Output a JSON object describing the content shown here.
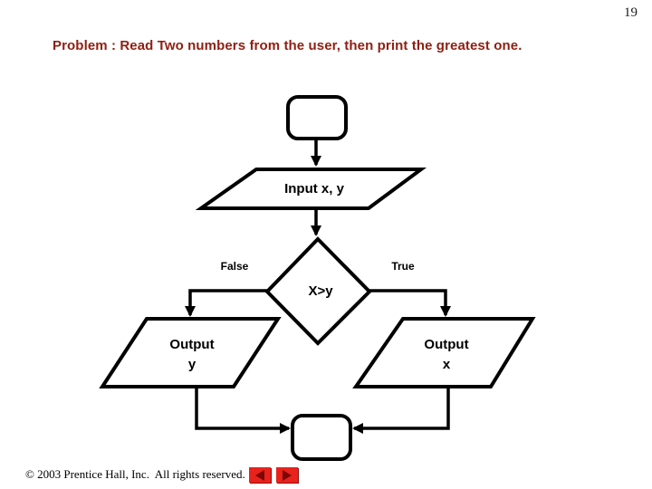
{
  "page_number": "19",
  "title": "Problem : Read Two numbers from the user, then print the greatest one.",
  "flowchart": {
    "start_node": "start-terminator",
    "input_label": "Input x, y",
    "decision_label": "X>y",
    "branch_false": "False",
    "branch_true": "True",
    "output_left_line1": "Output",
    "output_left_line2": "y",
    "output_right_line1": "Output",
    "output_right_line2": "x",
    "end_node": "end-terminator"
  },
  "footer": {
    "copyright": "© 2003 Prentice Hall, Inc.  All rights reserved.",
    "nav_back_icon": "left-arrow",
    "nav_forward_icon": "right-arrow"
  },
  "colors": {
    "title_text": "#8F2013",
    "flowchart_stroke": "#000000",
    "flowchart_fill": "#FFFFFF",
    "nav_button_bg": "#E8221C",
    "nav_button_arrow": "#7A0606"
  }
}
